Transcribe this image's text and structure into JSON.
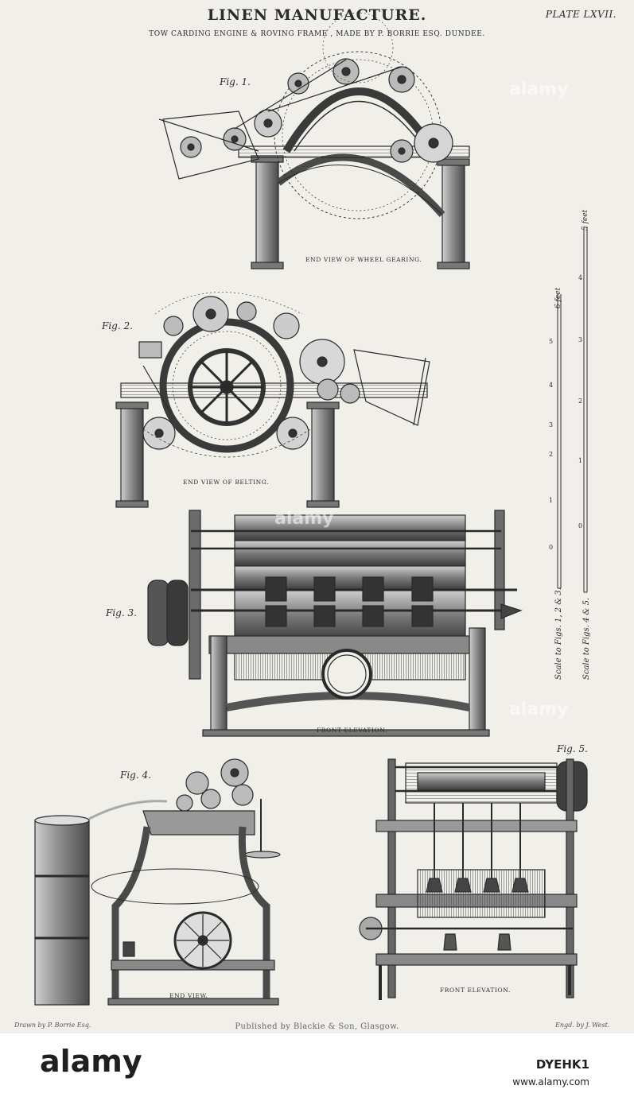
{
  "plate": {
    "title": "LINEN MANUFACTURE.",
    "plate_number": "PLATE LXVII.",
    "subtitle": "TOW CARDING ENGINE & ROVING FRAME , MADE BY P. BORRIE ESQ. DUNDEE.",
    "drawn_by": "Drawn by P. Borrie Esq.",
    "engraved_by": "Engd. by J. West.",
    "publisher": "Published by Blackie & Son, Glasgow."
  },
  "figures": [
    {
      "label": "Fig. 1.",
      "caption": "END VIEW OF WHEEL GEARING."
    },
    {
      "label": "Fig. 2.",
      "caption": "END VIEW OF BELTING."
    },
    {
      "label": "Fig. 3.",
      "caption": "FRONT ELEVATION."
    },
    {
      "label": "Fig. 4.",
      "caption": "END VIEW."
    },
    {
      "label": "Fig. 5.",
      "caption": "FRONT ELEVATION."
    }
  ],
  "scales": [
    {
      "label": "Scale to Figs. 1, 2 & 3.",
      "unit": "6 feet",
      "ticks": [
        "0",
        "1",
        "2",
        "3",
        "4",
        "5"
      ]
    },
    {
      "label": "Scale to Figs. 4 & 5.",
      "unit": "5 feet",
      "ticks": [
        "0",
        "1",
        "2",
        "3",
        "4"
      ]
    }
  ],
  "watermark": {
    "text": "alamy"
  },
  "stock_bar": {
    "logo": "alamy",
    "image_id": "DYEHK1",
    "url": "www.alamy.com"
  },
  "colors": {
    "paper": "#f1efea",
    "ink": "#2a2a2a",
    "bar": "#ffffff"
  }
}
